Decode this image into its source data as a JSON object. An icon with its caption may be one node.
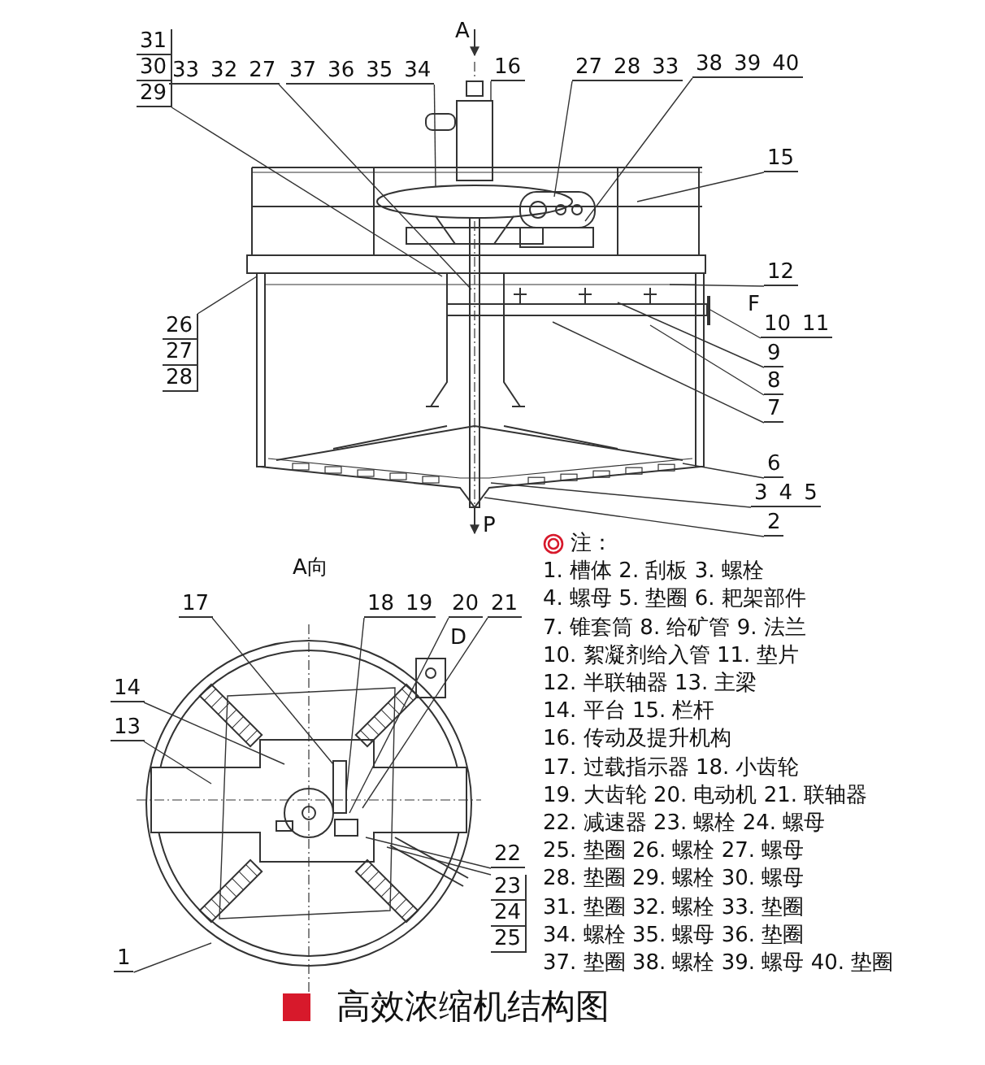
{
  "diagram": {
    "title": "高效浓缩机结构图",
    "nodes": [
      {
        "text": [
          "31",
          "30",
          "29"
        ]
      },
      {
        "text": [
          "33",
          "32",
          "27"
        ]
      },
      {
        "text": [
          "37",
          "36",
          "35",
          "34"
        ]
      },
      {
        "text": [
          "16"
        ]
      },
      {
        "text": [
          "27",
          "28",
          "33"
        ]
      },
      {
        "text": [
          "38",
          "39",
          "40"
        ]
      },
      {
        "text": [
          "15"
        ]
      },
      {
        "text": [
          "12"
        ]
      },
      {
        "text": [
          "10",
          "11"
        ]
      },
      {
        "text": [
          "9"
        ]
      },
      {
        "text": [
          "8"
        ]
      },
      {
        "text": [
          "7"
        ]
      },
      {
        "text": [
          "6"
        ]
      },
      {
        "text": [
          "3",
          "4",
          "5"
        ]
      },
      {
        "text": [
          "2"
        ]
      },
      {
        "text": [
          "26",
          "27",
          "28"
        ]
      },
      {
        "text": [
          "17"
        ]
      },
      {
        "text": [
          "18",
          "19"
        ]
      },
      {
        "text": [
          "20"
        ]
      },
      {
        "text": [
          "21"
        ]
      },
      {
        "text": [
          "14"
        ]
      },
      {
        "text": [
          "13"
        ]
      },
      {
        "text": [
          "22"
        ]
      },
      {
        "text": [
          "23",
          "24",
          "25"
        ]
      },
      {
        "text": [
          "1"
        ]
      },
      {
        "text": [],
        "shape": "box"
      }
    ],
    "edges": [
      {
        "from": 0,
        "to": null,
        "arrow": "none"
      },
      {
        "from": 1,
        "to": null,
        "arrow": "none"
      },
      {
        "from": 2,
        "to": null,
        "arrow": "none"
      },
      {
        "from": 3,
        "to": 25,
        "arrow": "none"
      },
      {
        "from": 4,
        "to": null,
        "arrow": "none"
      },
      {
        "from": 5,
        "to": null,
        "arrow": "none"
      },
      {
        "from": 6,
        "to": null,
        "arrow": "none"
      },
      {
        "from": 7,
        "to": null,
        "arrow": "none"
      },
      {
        "from": 8,
        "to": null,
        "arrow": "none"
      },
      {
        "from": 9,
        "to": null,
        "arrow": "none"
      },
      {
        "from": 10,
        "to": null,
        "arrow": "none"
      },
      {
        "from": 11,
        "to": null,
        "arrow": "none"
      },
      {
        "from": 12,
        "to": null,
        "arrow": "none"
      },
      {
        "from": 13,
        "to": null,
        "arrow": "none"
      },
      {
        "from": 14,
        "to": null,
        "arrow": "none"
      },
      {
        "from": 15,
        "to": null,
        "arrow": "none"
      },
      {
        "from": 16,
        "to": null,
        "arrow": "none"
      },
      {
        "from": 17,
        "to": null,
        "arrow": "none"
      },
      {
        "from": 18,
        "to": null,
        "arrow": "none"
      },
      {
        "from": 19,
        "to": null,
        "arrow": "none"
      },
      {
        "from": 20,
        "to": null,
        "arrow": "none"
      },
      {
        "from": 21,
        "to": null,
        "arrow": "none"
      },
      {
        "from": 22,
        "to": null,
        "arrow": "none"
      },
      {
        "from": 23,
        "to": null,
        "arrow": "none"
      },
      {
        "from": 24,
        "to": null,
        "arrow": "none"
      }
    ],
    "labels": [
      "A",
      "F",
      "P",
      "注：",
      "1. 槽体 2. 刮板 3. 螺栓",
      "4. 螺母 5. 垫圈 6. 耙架部件",
      "7. 锥套筒 8. 给矿管 9. 法兰",
      "10. 絮凝剂给入管 11. 垫片",
      "12. 半联轴器 13. 主梁",
      "14. 平台 15. 栏杆",
      "16. 传动及提升机构",
      "17. 过载指示器 18. 小齿轮",
      "19. 大齿轮 20. 电动机 21. 联轴器",
      "22. 减速器 23. 螺栓 24. 螺母",
      "25. 垫圈 26. 螺栓 27. 螺母",
      "28. 垫圈 29. 螺栓 30. 螺母",
      "31. 垫圈 32. 螺栓 33. 垫圈",
      "34. 螺栓 35. 螺母 36. 垫圈",
      "37. 垫圈 38. 螺栓 39. 螺母 40. 垫圈",
      "A向",
      "D"
    ]
  }
}
